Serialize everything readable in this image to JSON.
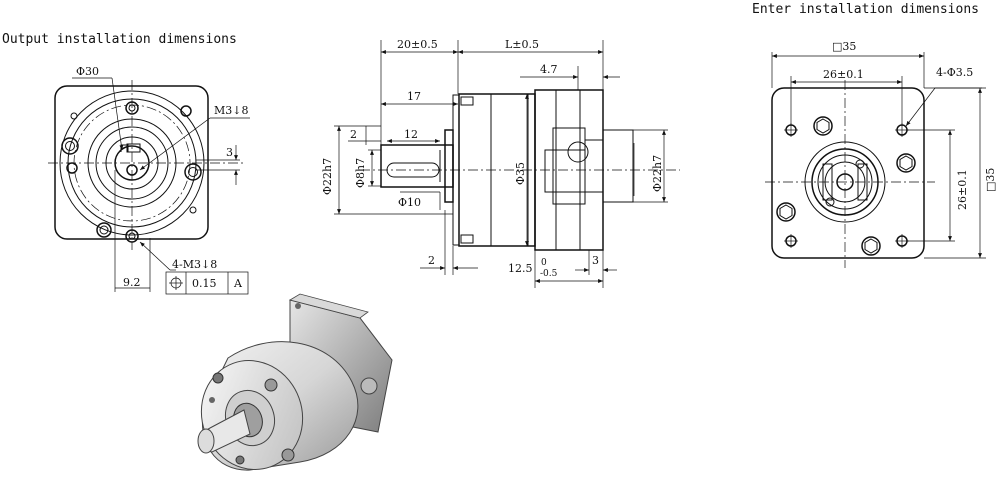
{
  "titles": {
    "output": "Output installation dimensions",
    "enter": "Enter installation dimensions"
  },
  "output_view": {
    "dia30": "Φ30",
    "m3_8": "M3↓8",
    "dim3": "3",
    "m3_8_4x": "4-M3↓8",
    "dim9_2": "9.2",
    "tol_symbol": "⌖",
    "tol_value": "0.15",
    "tol_datum": "A"
  },
  "side_view": {
    "dim20": "20±0.5",
    "dimL": "L±0.5",
    "dim4_7": "4.7",
    "dim17": "17",
    "dim2a": "2",
    "dim12": "12",
    "dia22h7_left": "Φ22h7",
    "dia8h7": "Φ8h7",
    "dia35": "Φ35",
    "dia10": "Φ10",
    "dia22h7_right": "Φ22h7",
    "dim2b": "2",
    "dim12_5": "12.5",
    "tol_upper": "0",
    "tol_lower": "-0.5",
    "dim3": "3"
  },
  "input_view": {
    "sq35_top": "□35",
    "dim26_top": "26±0.1",
    "holes": "4-Φ3.5",
    "dim26_right": "26±0.1",
    "sq35_right": "□35"
  },
  "colors": {
    "line": "#111111",
    "background": "#ffffff"
  }
}
